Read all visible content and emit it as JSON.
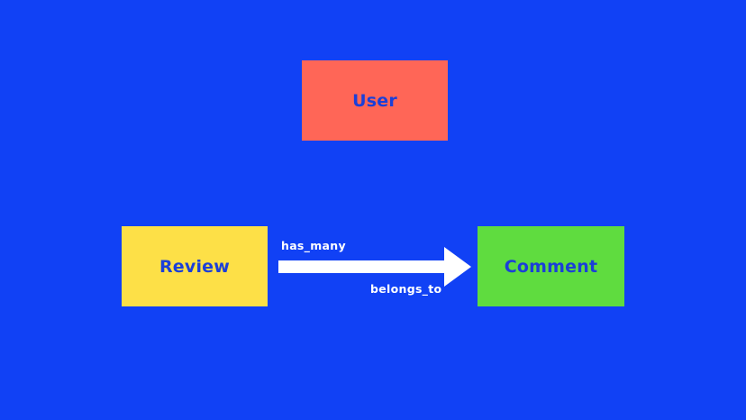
{
  "colors": {
    "background": "#1141f5",
    "user_fill": "#ff6657",
    "review_fill": "#fde047",
    "comment_fill": "#5fdc3f",
    "node_text": "#1b3fd8",
    "arrow": "#ffffff",
    "edge_label": "#ffffff"
  },
  "nodes": {
    "user": {
      "label": "User"
    },
    "review": {
      "label": "Review"
    },
    "comment": {
      "label": "Comment"
    }
  },
  "edge": {
    "from": "Review",
    "to": "Comment",
    "label_top": "has_many",
    "label_bottom": "belongs_to"
  }
}
